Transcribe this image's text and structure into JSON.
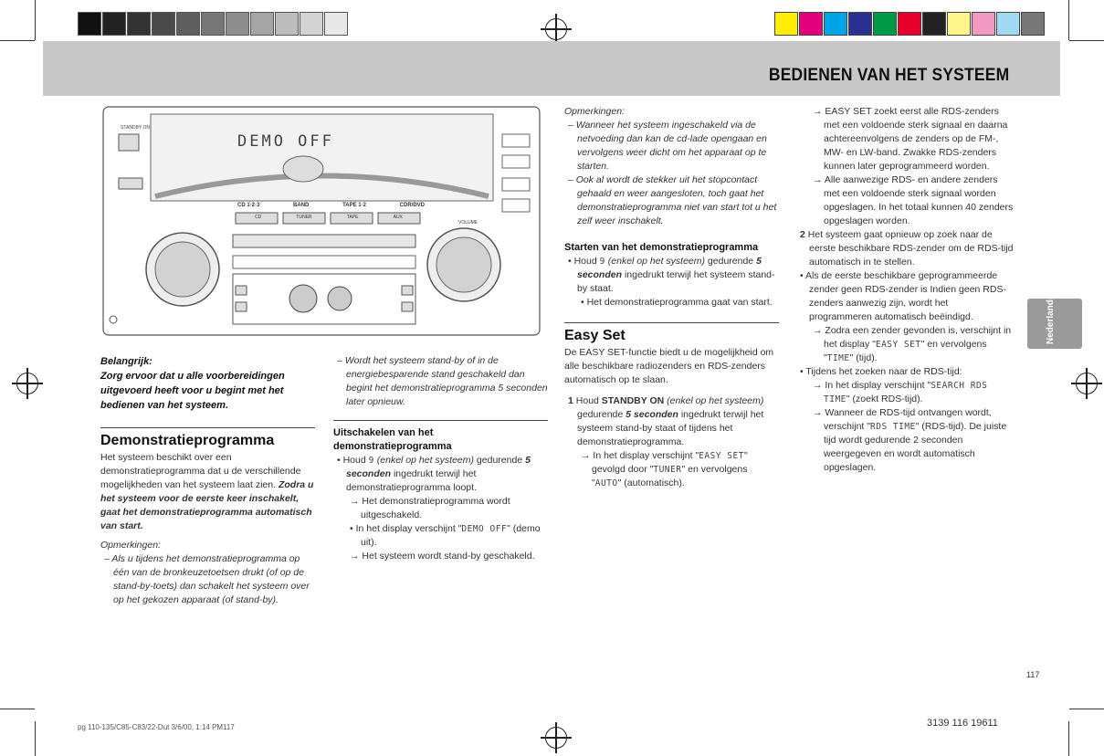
{
  "header": {
    "title": "BEDIENEN VAN HET SYSTEEM"
  },
  "side_tab": {
    "label": "Nederlands"
  },
  "colors": {
    "band": "#c8c8c8",
    "text": "#222222",
    "tab": "#9a9a9a"
  },
  "device": {
    "display_text": "DEMO OFF",
    "standby_label": "STANDBY ON",
    "source_labels": [
      "CD 1·2·3",
      "BAND",
      "TAPE 1·2",
      "CDR/DVD"
    ],
    "source_buttons": [
      "CD",
      "TUNER",
      "TAPE",
      "AUX"
    ],
    "volume_label": "VOLUME"
  },
  "col1": {
    "important_title": "Belangrijk:",
    "important_text": "Zorg ervoor dat u alle voorbereidingen uitgevoerd heeft voor u begint met het bedienen van het systeem.",
    "section_title": "Demonstratieprogramma",
    "body_plain": "Het systeem beschikt over een demonstratieprogramma dat u de verschillende mogelijkheden van het systeem laat zien.",
    "body_bold": "Zodra u het systeem voor de eerste keer inschakelt, gaat het demonstratieprogramma automatisch van start.",
    "notes_title": "Opmerkingen:",
    "note1": "– Als u tijdens het demonstratieprogramma op één van de bronkeuzetoetsen drukt (of op de stand-by-toets) dan schakelt het systeem over op het gekozen apparaat (of stand-by)."
  },
  "col2": {
    "note2": "– Wordt het systeem stand-by of in de energiebesparende stand geschakeld dan begint het demonstratieprogramma 5 seconden later opnieuw.",
    "sub_title": "Uitschakelen van het demonstratieprogramma",
    "b1_a": "• Houd",
    "b1_key": "9",
    "b1_b": "(enkel op het systeem)",
    "b1_c": "gedurende",
    "b1_d": "5 seconden",
    "b1_e": "ingedrukt terwijl het demonstratieprogramma loopt.",
    "a1": "→ Het demonstratieprogramma wordt uitgeschakeld.",
    "a2_a": "• In het display verschijnt \"",
    "a2_disp": "DEMO OFF",
    "a2_b": "\" (demo uit).",
    "a3": "→ Het systeem wordt stand-by geschakeld."
  },
  "col3": {
    "notes_title": "Opmerkingen:",
    "n1": "– Wanneer het systeem ingeschakeld via de netvoeding dan kan de cd-lade opengaan en vervolgens weer dicht om het apparaat op te starten.",
    "n2": "– Ook al wordt de stekker uit het stopcontact gehaald en weer aangesloten, toch gaat het demonstratieprogramma niet van start tot u het zelf weer inschakelt.",
    "sub_title": "Starten van het demonstratieprogramma",
    "s_a": "• Houd",
    "s_key": "9",
    "s_b": "(enkel op het systeem)",
    "s_c": "gedurende",
    "s_d": "5 seconden",
    "s_e": "ingedrukt terwijl het systeem stand-by staat.",
    "s_arrow": "• Het demonstratieprogramma gaat van start.",
    "section_title": "Easy Set",
    "intro": "De EASY SET-functie biedt u de mogelijkheid om alle beschikbare radiozenders en RDS-zenders automatisch op te slaan.",
    "step1_num": "1",
    "step1_a": "Houd",
    "step1_key": "STANDBY ON",
    "step1_b": "(enkel op het systeem)",
    "step1_c": "gedurende",
    "step1_d": "5 seconden",
    "step1_e": "ingedrukt terwijl het systeem stand-by staat of tijdens het demonstratieprogramma.",
    "step1_arrow_a": "→ In het display verschijnt \"",
    "step1_disp1": "EASY SET",
    "step1_arrow_b": "\" gevolgd door \"",
    "step1_disp2": "TUNER",
    "step1_arrow_c": "\" en vervolgens \"",
    "step1_disp3": "AUTO",
    "step1_arrow_d": "\" (automatisch)."
  },
  "col4": {
    "a1": "→ EASY SET zoekt eerst alle RDS-zenders met een voldoende sterk signaal en daarna achtereenvolgens de zenders op de FM-, MW- en LW-band. Zwakke RDS-zenders kunnen later geprogrammeerd worden.",
    "a2": "→ Alle aanwezige RDS- en andere zenders met een voldoende sterk signaal worden opgeslagen. In het totaal kunnen 40 zenders opgeslagen worden.",
    "step2_num": "2",
    "step2": "Het systeem gaat opnieuw op zoek naar de eerste beschikbare RDS-zender om de RDS-tijd automatisch in te stellen.",
    "b1": "• Als de eerste beschikbare geprogrammeerde zender geen RDS-zender is Indien geen RDS-zenders aanwezig zijn, wordt het programmeren automatisch beëindigd.",
    "b1_arrow_a": "→ Zodra een zender gevonden is, verschijnt in het display \"",
    "b1_disp1": "EASY SET",
    "b1_arrow_b": "\" en vervolgens \"",
    "b1_disp2": "TIME",
    "b1_arrow_c": "\" (tijd).",
    "b2": "• Tijdens het zoeken naar de RDS-tijd:",
    "b2_arrow1_a": "→ In het display verschijnt \"",
    "b2_disp": "SEARCH RDS TIME",
    "b2_arrow1_b": "\" (zoekt RDS-tijd).",
    "b2_arrow2_a": "→ Wanneer de RDS-tijd ontvangen wordt, verschijnt \"",
    "b2_disp2": "RDS TIME",
    "b2_arrow2_b": "\" (RDS-tijd). De juiste tijd wordt gedurende 2 seconden weergegeven en wordt automatisch opgeslagen."
  },
  "footer": {
    "page_number": "117",
    "slug": "pg 110-135/C85-C83/22-Dut 3/6/00, 1:14 PM117",
    "part_number": "3139 116 19611"
  }
}
